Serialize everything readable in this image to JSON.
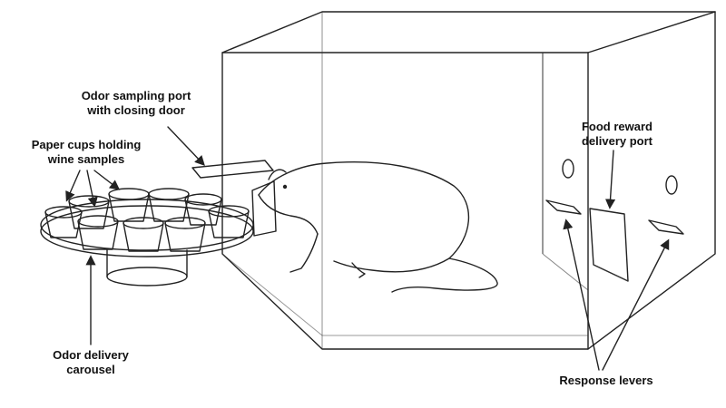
{
  "labels": {
    "odor_port": [
      "Odor sampling port",
      "with closing door"
    ],
    "paper_cups": [
      "Paper cups holding",
      "wine samples"
    ],
    "food_port": [
      "Food reward",
      "delivery port"
    ],
    "carousel": [
      "Odor delivery",
      "carousel"
    ],
    "levers": [
      "Response levers"
    ]
  }
}
